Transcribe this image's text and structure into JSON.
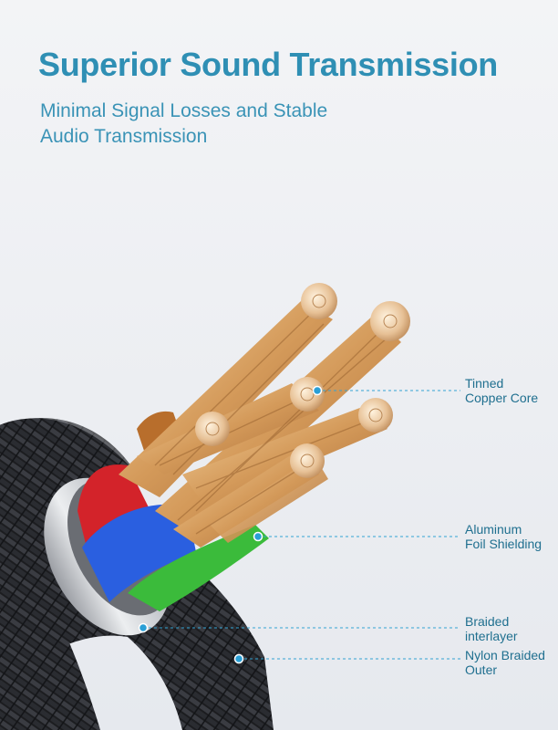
{
  "header": {
    "title": "Superior Sound Transmission",
    "subtitle_line1": "Minimal Signal Losses and Stable",
    "subtitle_line2": "Audio Transmission"
  },
  "callouts": [
    {
      "line1": "Tinned",
      "line2": "Copper Core"
    },
    {
      "line1": "Aluminum",
      "line2": "Foil Shielding"
    },
    {
      "line1": "Braided",
      "line2": "interlayer"
    },
    {
      "line1": "Nylon Braided",
      "line2": "Outer"
    }
  ],
  "colors": {
    "title": "#2f8fb4",
    "subtitle": "#3a93b6",
    "callout_line": "#33a3d3",
    "background": "#eef0f3",
    "wire_red": "#d3232a",
    "wire_blue": "#2a5fe0",
    "wire_green": "#3bbb3b",
    "copper": "#d9a86a"
  }
}
